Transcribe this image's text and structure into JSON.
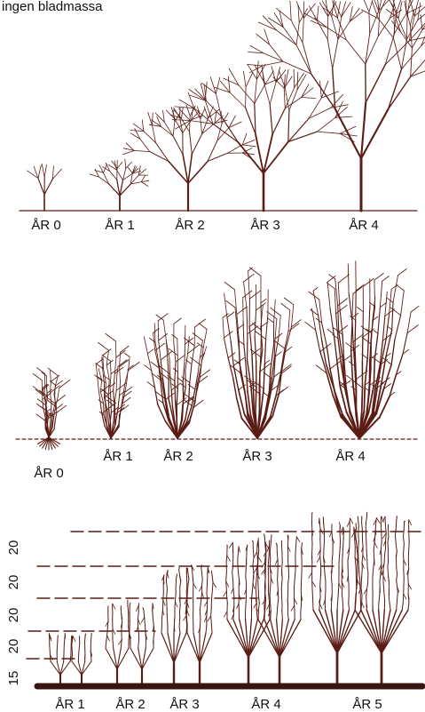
{
  "header": {
    "text": "ingen bladmassa"
  },
  "panels": [
    {
      "id": "top",
      "labels": [
        "ÅR 0",
        "ÅR 1",
        "ÅR 2",
        "ÅR 3",
        "ÅR 4"
      ]
    },
    {
      "id": "middle",
      "labels": [
        "ÅR 0",
        "ÅR 1",
        "ÅR 2",
        "ÅR 3",
        "ÅR 4"
      ]
    },
    {
      "id": "bottom",
      "labels": [
        "ÅR 1",
        "ÅR 2",
        "ÅR 3",
        "ÅR 4",
        "ÅR 5"
      ],
      "side_labels": [
        "20",
        "20",
        "20",
        "20",
        "15"
      ]
    }
  ],
  "colors": {
    "ink": "#5a1c14",
    "ground": "#3a1410"
  }
}
